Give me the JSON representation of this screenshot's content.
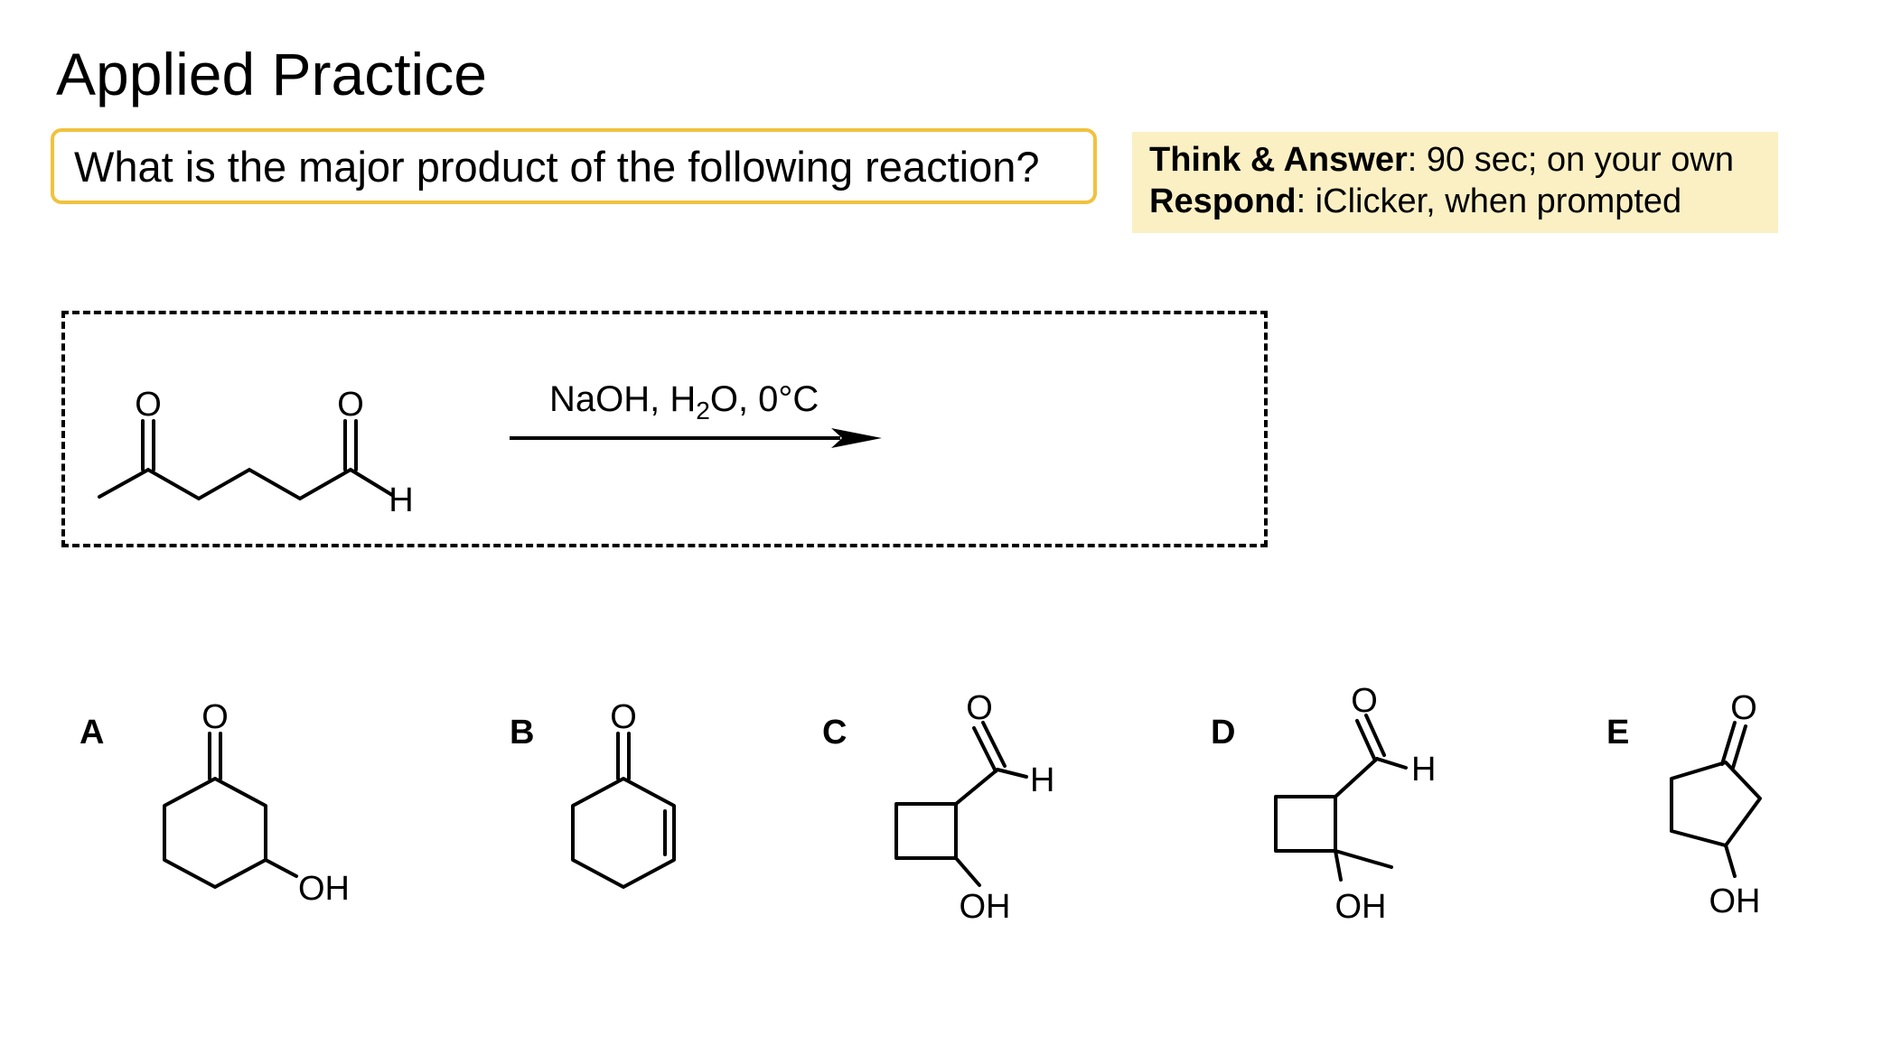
{
  "title": "Applied Practice",
  "question": "What is the major product of the following reaction?",
  "instructions": {
    "think_label": "Think & Answer",
    "think_text": ": 90 sec; on your own",
    "respond_label": "Respond",
    "respond_text": ": iClicker, when prompted"
  },
  "reaction": {
    "reagent_prefix": "NaOH, H",
    "reagent_subscript": "2",
    "reagent_suffix": "O, 0°C",
    "starting_material": {
      "labels": [
        "O",
        "O",
        "H"
      ]
    }
  },
  "choices": [
    {
      "letter": "A",
      "labels": [
        "O",
        "OH"
      ]
    },
    {
      "letter": "B",
      "labels": [
        "O"
      ]
    },
    {
      "letter": "C",
      "labels": [
        "O",
        "H",
        "OH"
      ]
    },
    {
      "letter": "D",
      "labels": [
        "O",
        "H",
        "OH"
      ]
    },
    {
      "letter": "E",
      "labels": [
        "O",
        "OH"
      ]
    }
  ]
}
